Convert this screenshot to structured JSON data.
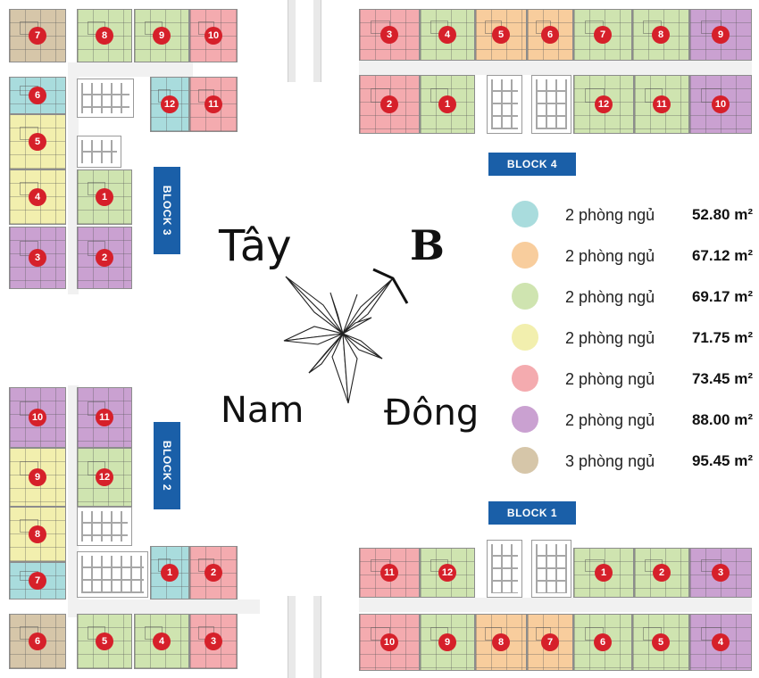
{
  "orientation": {
    "west": "Tây",
    "south": "Nam",
    "east": "Đông",
    "building": "B"
  },
  "blocks": [
    {
      "id": "block-4",
      "label": "BLOCK 4"
    },
    {
      "id": "block-3",
      "label": "BLOCK 3"
    },
    {
      "id": "block-2",
      "label": "BLOCK 2"
    },
    {
      "id": "block-1",
      "label": "BLOCK 1"
    }
  ],
  "colors": {
    "cyan": "#a9dcdd",
    "orange": "#f8cd9d",
    "green": "#cfe4b0",
    "yellow": "#f2efae",
    "pink": "#f4abaf",
    "purple": "#caa1d1",
    "tan": "#d6c6a9"
  },
  "legend": [
    {
      "color": "cyan",
      "type": "2 phòng ngủ",
      "area": "52.80 m²"
    },
    {
      "color": "orange",
      "type": "2 phòng ngủ",
      "area": "67.12 m²"
    },
    {
      "color": "green",
      "type": "2 phòng ngủ",
      "area": "69.17 m²"
    },
    {
      "color": "yellow",
      "type": "2 phòng ngủ",
      "area": "71.75 m²"
    },
    {
      "color": "pink",
      "type": "2 phòng ngủ",
      "area": "73.45 m²"
    },
    {
      "color": "purple",
      "type": "2 phòng ngủ",
      "area": "88.00 m²"
    },
    {
      "color": "tan",
      "type": "3 phòng ngủ",
      "area": "95.45 m²"
    }
  ],
  "units": {
    "block3": [
      {
        "n": "7",
        "color": "tan"
      },
      {
        "n": "8",
        "color": "green"
      },
      {
        "n": "9",
        "color": "green"
      },
      {
        "n": "10",
        "color": "pink"
      },
      {
        "n": "6",
        "color": "cyan"
      },
      {
        "n": "12",
        "color": "cyan"
      },
      {
        "n": "11",
        "color": "pink"
      },
      {
        "n": "5",
        "color": "yellow"
      },
      {
        "n": "1",
        "color": "green"
      },
      {
        "n": "4",
        "color": "yellow"
      },
      {
        "n": "3",
        "color": "purple"
      },
      {
        "n": "2",
        "color": "purple"
      }
    ],
    "block4": [
      {
        "n": "3",
        "color": "pink"
      },
      {
        "n": "4",
        "color": "green"
      },
      {
        "n": "5",
        "color": "orange"
      },
      {
        "n": "6",
        "color": "orange"
      },
      {
        "n": "7",
        "color": "green"
      },
      {
        "n": "8",
        "color": "green"
      },
      {
        "n": "9",
        "color": "purple"
      },
      {
        "n": "2",
        "color": "pink"
      },
      {
        "n": "1",
        "color": "green"
      },
      {
        "n": "12",
        "color": "green"
      },
      {
        "n": "11",
        "color": "green"
      },
      {
        "n": "10",
        "color": "purple"
      }
    ],
    "block2": [
      {
        "n": "10",
        "color": "purple"
      },
      {
        "n": "11",
        "color": "purple"
      },
      {
        "n": "9",
        "color": "yellow"
      },
      {
        "n": "12",
        "color": "green"
      },
      {
        "n": "8",
        "color": "yellow"
      },
      {
        "n": "7",
        "color": "cyan"
      },
      {
        "n": "1",
        "color": "cyan"
      },
      {
        "n": "2",
        "color": "pink"
      },
      {
        "n": "6",
        "color": "tan"
      },
      {
        "n": "5",
        "color": "green"
      },
      {
        "n": "4",
        "color": "green"
      },
      {
        "n": "3",
        "color": "pink"
      }
    ],
    "block1": [
      {
        "n": "11",
        "color": "pink"
      },
      {
        "n": "12",
        "color": "green"
      },
      {
        "n": "1",
        "color": "green"
      },
      {
        "n": "2",
        "color": "green"
      },
      {
        "n": "3",
        "color": "purple"
      },
      {
        "n": "10",
        "color": "pink"
      },
      {
        "n": "9",
        "color": "green"
      },
      {
        "n": "8",
        "color": "orange"
      },
      {
        "n": "7",
        "color": "orange"
      },
      {
        "n": "6",
        "color": "green"
      },
      {
        "n": "5",
        "color": "green"
      },
      {
        "n": "4",
        "color": "purple"
      }
    ]
  }
}
